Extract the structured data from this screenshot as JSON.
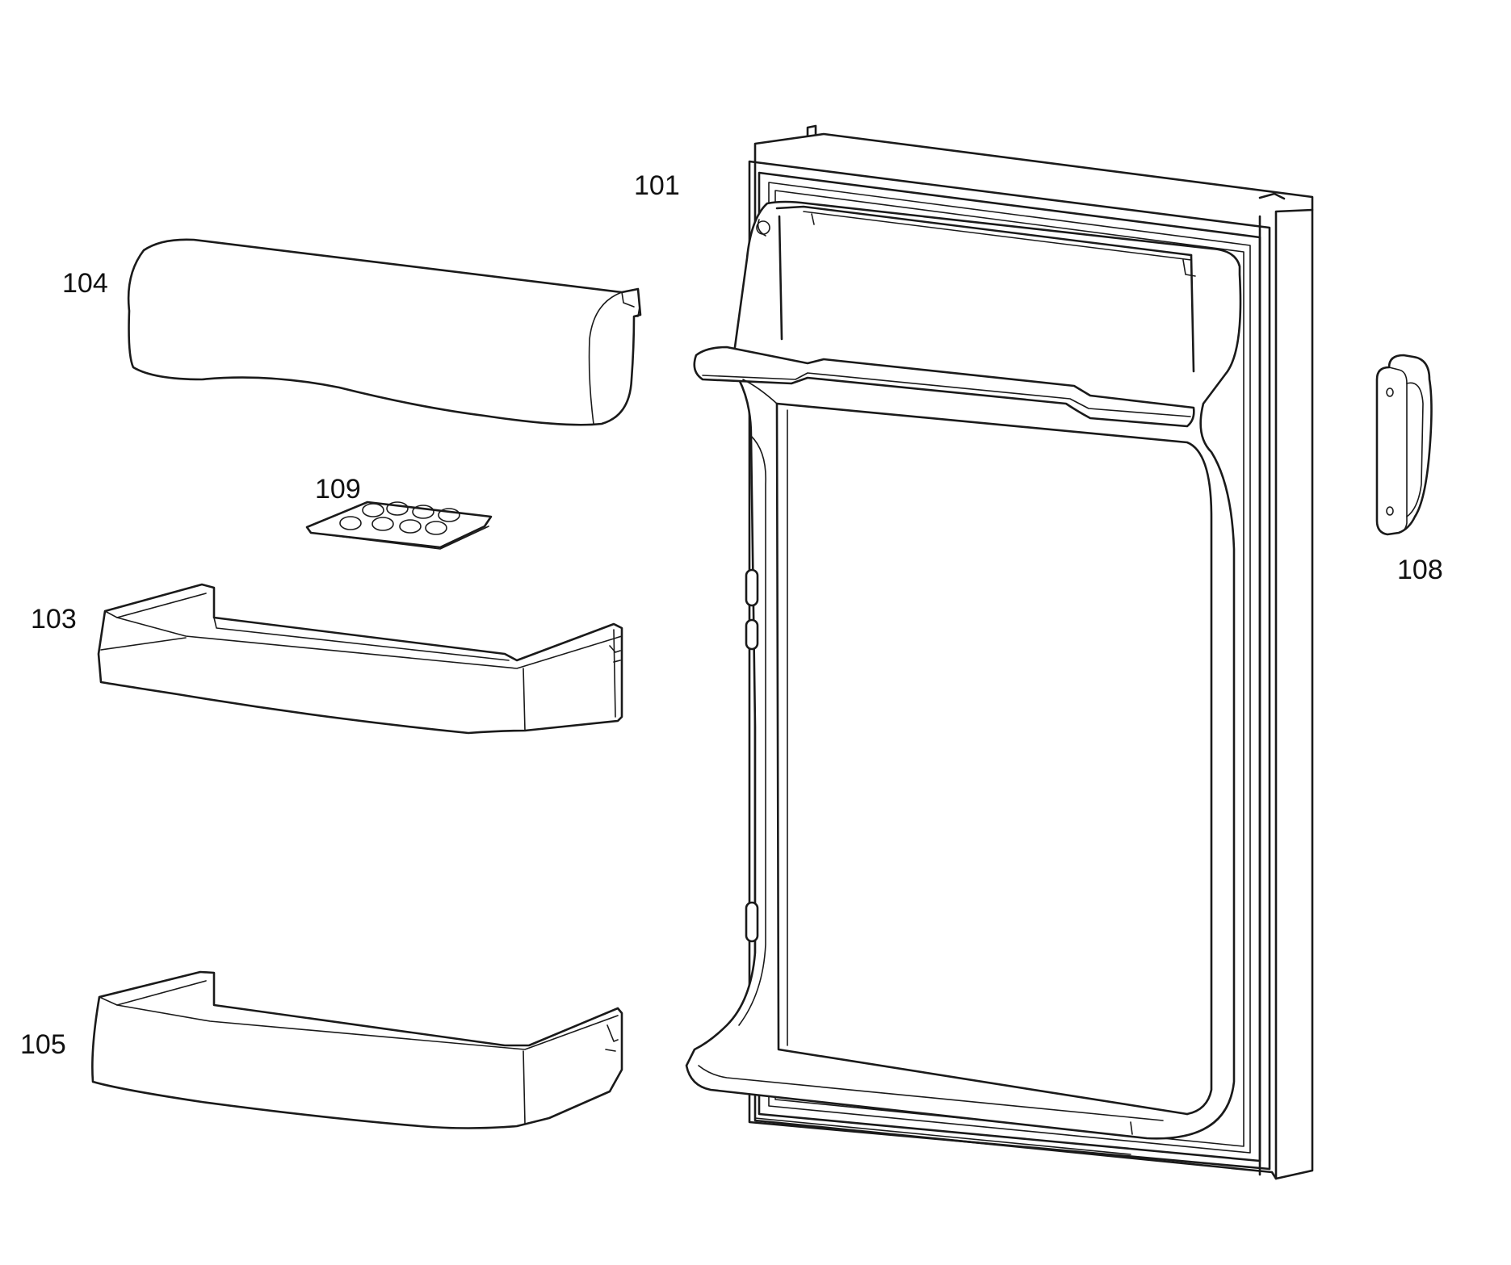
{
  "diagram": {
    "parts": [
      {
        "id": "101",
        "label": "101",
        "icon": "door-frame-icon"
      },
      {
        "id": "104",
        "label": "104",
        "icon": "dairy-compartment-cover-icon"
      },
      {
        "id": "109",
        "label": "109",
        "icon": "egg-tray-icon"
      },
      {
        "id": "103",
        "label": "103",
        "icon": "door-shelf-upper-icon"
      },
      {
        "id": "105",
        "label": "105",
        "icon": "door-shelf-lower-icon"
      },
      {
        "id": "108",
        "label": "108",
        "icon": "door-handle-icon"
      }
    ],
    "colors": {
      "line": "#1a1a1a",
      "background": "#ffffff"
    }
  }
}
